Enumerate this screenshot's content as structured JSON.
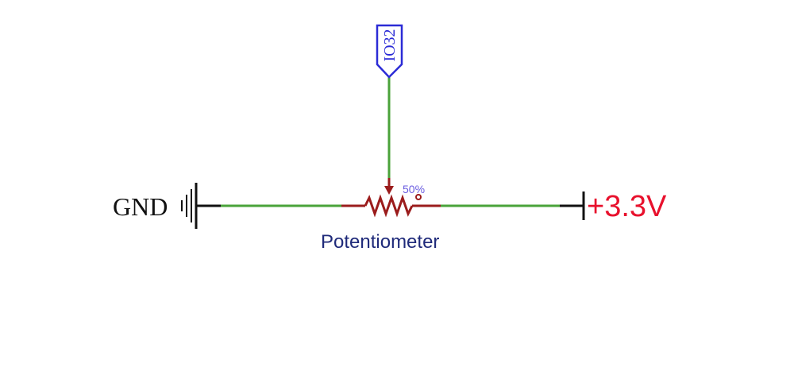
{
  "ground": {
    "label": "GND"
  },
  "supply": {
    "label": "+3.3V"
  },
  "net_port": {
    "label": "IO32"
  },
  "potentiometer": {
    "label": "Potentiometer",
    "wiper_position": "50%"
  },
  "colors": {
    "wire": "#4aa33a",
    "resistor": "#9b1c1c",
    "net_port": "#2b2bd6",
    "supply_label": "#e8112d",
    "component_label": "#1f2a7a",
    "wiper_text": "#6a5ce0"
  }
}
